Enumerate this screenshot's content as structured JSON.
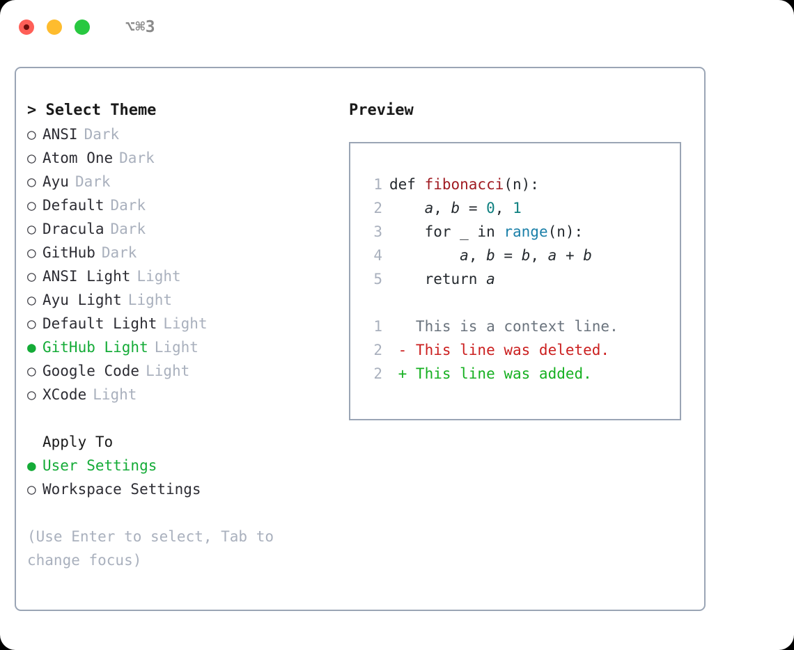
{
  "titlebar": {
    "shortcut": "⌥⌘3",
    "buttons": [
      {
        "name": "close",
        "color": "#ff5f57"
      },
      {
        "name": "minimize",
        "color": "#febc2e"
      },
      {
        "name": "maximize",
        "color": "#28c840"
      }
    ]
  },
  "theme_picker": {
    "header": "> Select Theme",
    "selected_marker": "●",
    "unselected_marker": "○",
    "items": [
      {
        "label": "ANSI",
        "badge": "Dark",
        "selected": false
      },
      {
        "label": "Atom One",
        "badge": "Dark",
        "selected": false
      },
      {
        "label": "Ayu",
        "badge": "Dark",
        "selected": false
      },
      {
        "label": "Default",
        "badge": "Dark",
        "selected": false
      },
      {
        "label": "Dracula",
        "badge": "Dark",
        "selected": false
      },
      {
        "label": "GitHub",
        "badge": "Dark",
        "selected": false
      },
      {
        "label": "ANSI Light",
        "badge": "Light",
        "selected": false
      },
      {
        "label": "Ayu Light",
        "badge": "Light",
        "selected": false
      },
      {
        "label": "Default Light",
        "badge": "Light",
        "selected": false
      },
      {
        "label": "GitHub Light",
        "badge": "Light",
        "selected": true
      },
      {
        "label": "Google Code",
        "badge": "Light",
        "selected": false
      },
      {
        "label": "XCode",
        "badge": "Light",
        "selected": false
      }
    ]
  },
  "apply_to": {
    "header": "Apply To",
    "items": [
      {
        "label": "User Settings",
        "selected": true
      },
      {
        "label": "Workspace Settings",
        "selected": false
      }
    ]
  },
  "hint": "(Use Enter to select, Tab to change focus)",
  "preview": {
    "title": "Preview",
    "code_lines": [
      {
        "lno": "1",
        "tokens": [
          {
            "t": "def ",
            "c": "kw"
          },
          {
            "t": "fibonacci",
            "c": "fn"
          },
          {
            "t": "(n):",
            "c": "plain"
          }
        ]
      },
      {
        "lno": "2",
        "tokens": [
          {
            "t": "    ",
            "c": "plain"
          },
          {
            "t": "a",
            "c": "var"
          },
          {
            "t": ", ",
            "c": "plain"
          },
          {
            "t": "b",
            "c": "var"
          },
          {
            "t": " = ",
            "c": "plain"
          },
          {
            "t": "0",
            "c": "num"
          },
          {
            "t": ", ",
            "c": "plain"
          },
          {
            "t": "1",
            "c": "num"
          }
        ]
      },
      {
        "lno": "3",
        "tokens": [
          {
            "t": "    for _ in ",
            "c": "plain"
          },
          {
            "t": "range",
            "c": "bi"
          },
          {
            "t": "(n):",
            "c": "plain"
          }
        ]
      },
      {
        "lno": "4",
        "tokens": [
          {
            "t": "        ",
            "c": "plain"
          },
          {
            "t": "a",
            "c": "var"
          },
          {
            "t": ", ",
            "c": "plain"
          },
          {
            "t": "b",
            "c": "var"
          },
          {
            "t": " = ",
            "c": "plain"
          },
          {
            "t": "b",
            "c": "var"
          },
          {
            "t": ", ",
            "c": "plain"
          },
          {
            "t": "a",
            "c": "var"
          },
          {
            "t": " + ",
            "c": "plain"
          },
          {
            "t": "b",
            "c": "var"
          }
        ]
      },
      {
        "lno": "5",
        "tokens": [
          {
            "t": "    return ",
            "c": "plain"
          },
          {
            "t": "a",
            "c": "var"
          }
        ]
      }
    ],
    "diff_lines": [
      {
        "lno": "1",
        "sign": " ",
        "text": "This is a context line.",
        "kind": "d-ctx"
      },
      {
        "lno": "2",
        "sign": "-",
        "text": "This line was deleted.",
        "kind": "d-del"
      },
      {
        "lno": "2",
        "sign": "+",
        "text": "This line was added.",
        "kind": "d-add"
      }
    ]
  },
  "colors": {
    "accent_green": "#14ab37",
    "border": "#9aa5b5",
    "muted": "#a9b0bd",
    "diff_add": "#16b021",
    "diff_del": "#cb1f1f",
    "syntax_function": "#a01b22",
    "syntax_number": "#0d7f7f",
    "syntax_builtin": "#1a7fa8"
  }
}
